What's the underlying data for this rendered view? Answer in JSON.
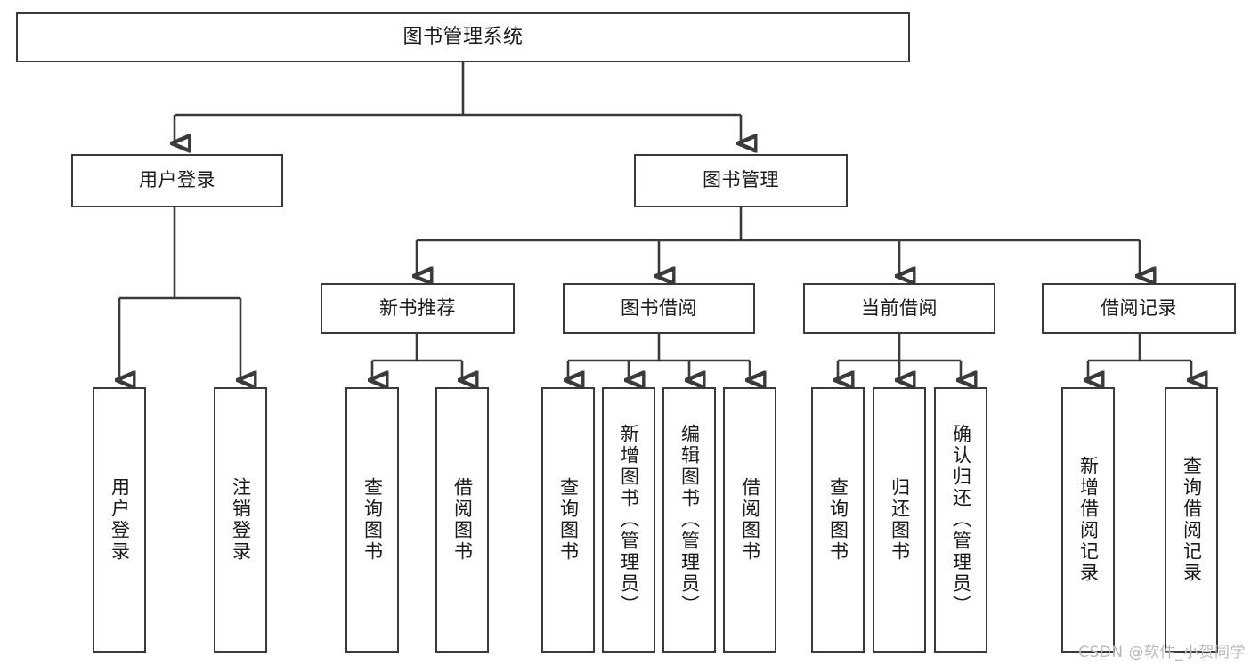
{
  "diagram": {
    "type": "tree",
    "title": "图书管理系统",
    "watermark": "CSDN @软件_小贺同学",
    "colors": {
      "box_border": "#3a3a3a",
      "box_fill": "#ffffff",
      "text": "#1a1a1a",
      "connector": "#3a3a3a",
      "watermark": "#b9b9b9"
    },
    "nodes": {
      "root": "图书管理系统",
      "level2": {
        "user_login": "用户登录",
        "book_manage": "图书管理"
      },
      "level3": {
        "new_book_rec": "新书推荐",
        "book_borrow": "图书借阅",
        "current_borrow": "当前借阅",
        "borrow_record": "借阅记录"
      },
      "leaves": {
        "user_login": [
          "用户登录",
          "注销登录"
        ],
        "new_book_rec": [
          "查询图书",
          "借阅图书"
        ],
        "book_borrow": [
          "查询图书",
          "新增图书（管理员）",
          "编辑图书（管理员）",
          "借阅图书"
        ],
        "current_borrow": [
          "查询图书",
          "归还图书",
          "确认归还（管理员）"
        ],
        "borrow_record": [
          "新增借阅记录",
          "查询借阅记录"
        ]
      }
    }
  }
}
